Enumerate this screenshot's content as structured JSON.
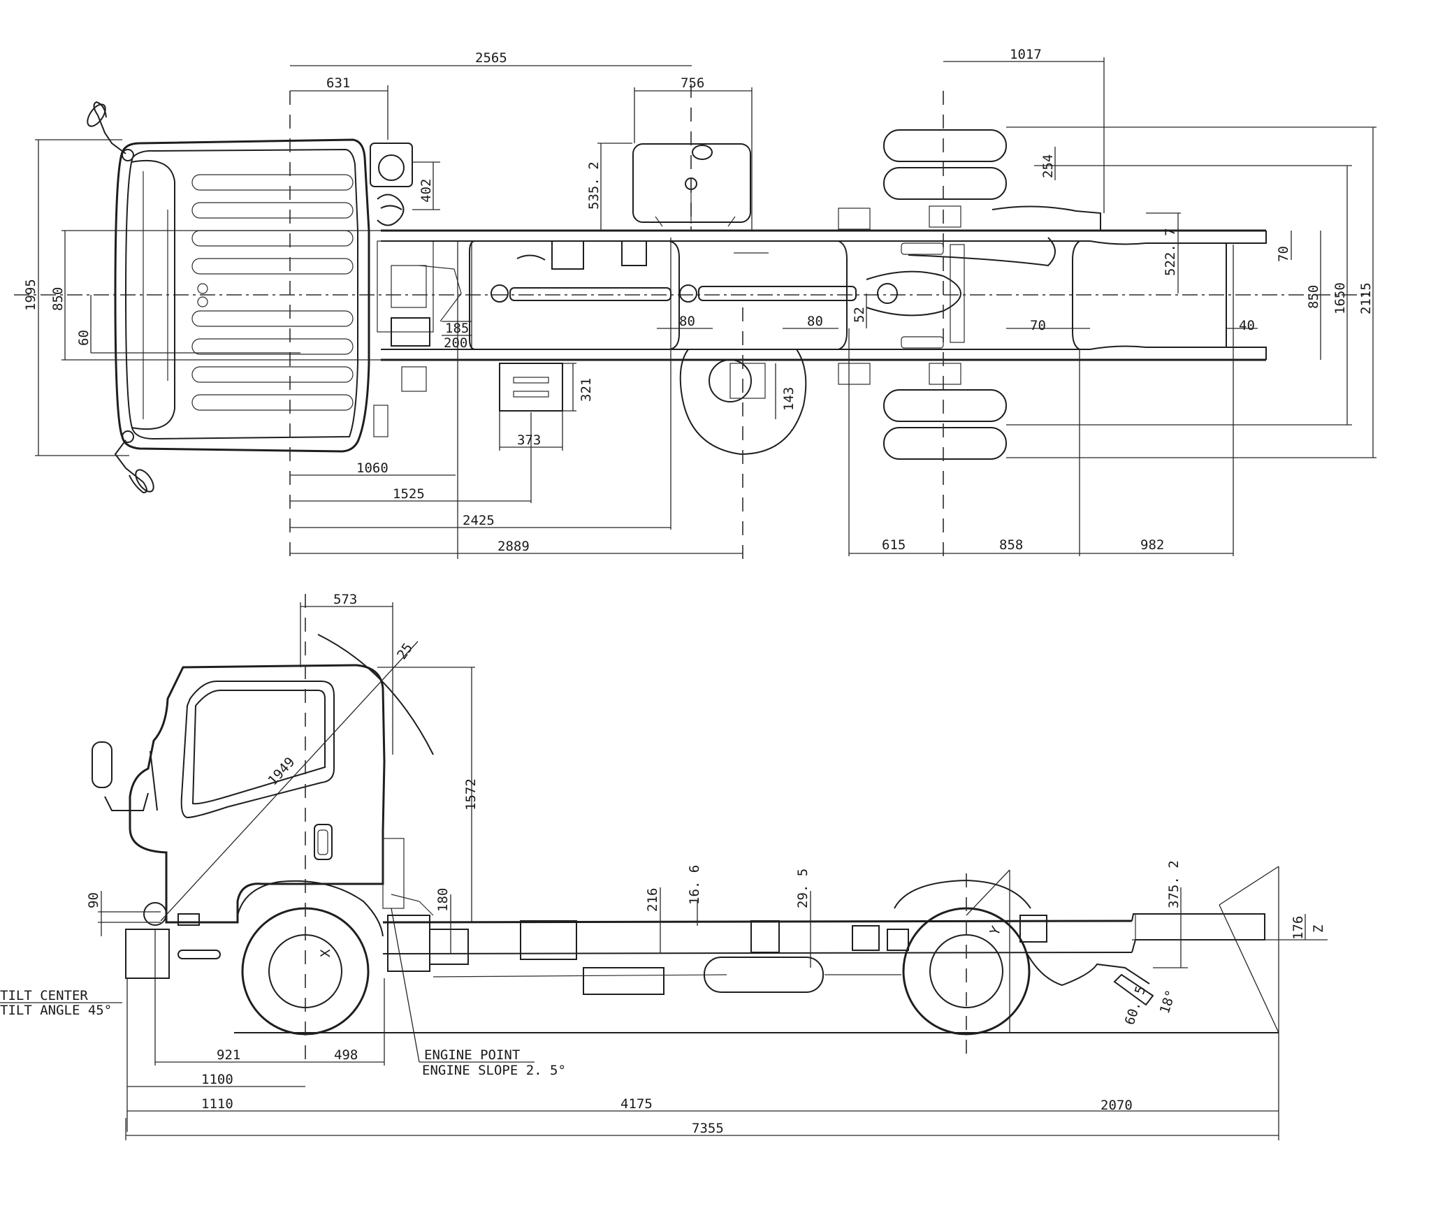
{
  "plan_view": {
    "dims": {
      "d2565": "2565",
      "d631": "631",
      "d756": "756",
      "d1017": "1017",
      "d535": "535. 2",
      "d402": "402",
      "d254": "254",
      "d1995": "1995",
      "d850L": "850",
      "d60": "60",
      "d185": "185",
      "d200": "200",
      "d80a": "80",
      "d80b": "80",
      "d52": "52",
      "d70a": "70",
      "d40": "40",
      "d70b": "70",
      "d522": "522. 7",
      "d850R": "850",
      "d1650": "1650",
      "d2115": "2115",
      "d321": "321",
      "d373": "373",
      "d143": "143",
      "d1060": "1060",
      "d1525": "1525",
      "d2425": "2425",
      "d2889": "2889",
      "d615": "615",
      "d858": "858",
      "d982": "982"
    }
  },
  "side_view": {
    "dims": {
      "d573": "573",
      "d25": "25",
      "d1949": "1949",
      "d1572": "1572",
      "d90": "90",
      "d180": "180",
      "d216": "216",
      "d166": "16. 6",
      "d295": "29. 5",
      "d3752": "375. 2",
      "d176": "176",
      "d605": "60. 5",
      "d18": "18°",
      "d921": "921",
      "d498": "498",
      "d1100": "1100",
      "d1110": "1110",
      "d4175": "4175",
      "d2070": "2070",
      "d7355": "7355",
      "X": "X",
      "Y": "Y",
      "Z": "Z"
    },
    "notes": {
      "tilt_center": "TILT CENTER",
      "tilt_angle": "TILT ANGLE 45°",
      "engine_point": "ENGINE POINT",
      "engine_slope": "ENGINE SLOPE 2. 5°"
    }
  }
}
